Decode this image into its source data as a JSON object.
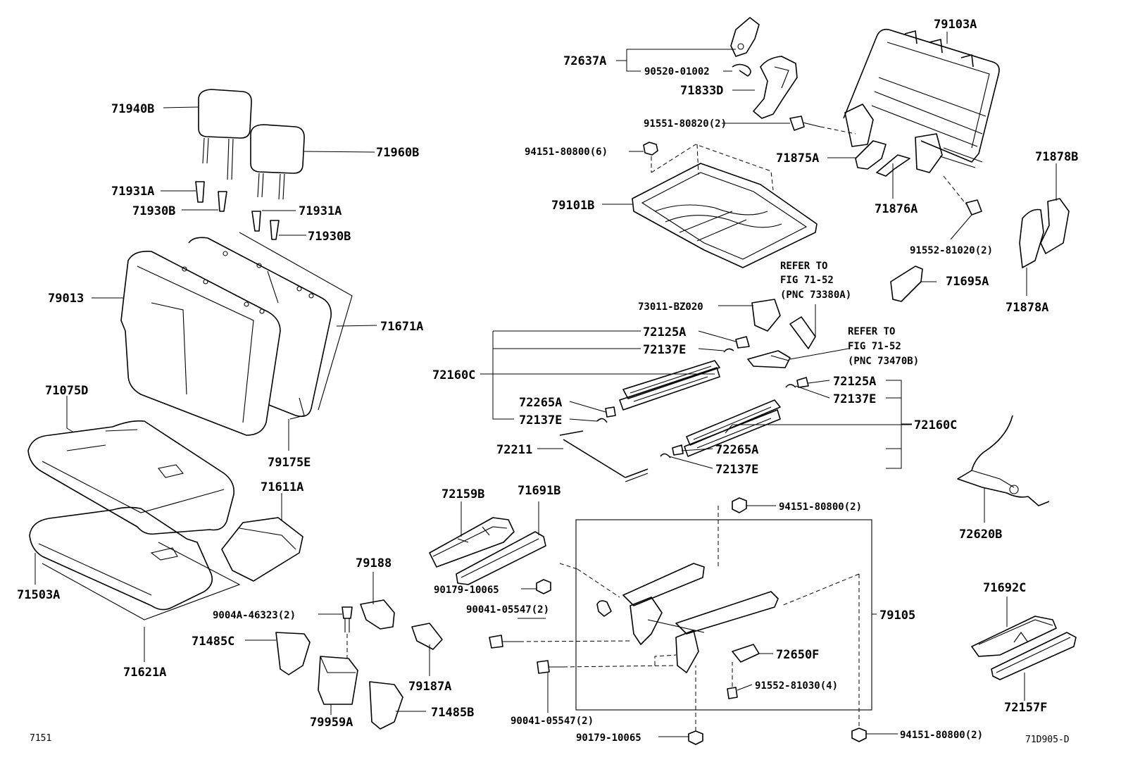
{
  "labels": {
    "l71940B": "71940B",
    "l71960B": "71960B",
    "l71931A_1": "71931A",
    "l71930B_1": "71930B",
    "l71931A_2": "71931A",
    "l71930B_2": "71930B",
    "l79013": "79013",
    "l71671A": "71671A",
    "l71075D": "71075D",
    "l79175E": "79175E",
    "l71611A": "71611A",
    "l71503A": "71503A",
    "l71621A": "71621A",
    "l9004A": "9004A-46323(2)",
    "l71485C": "71485C",
    "l79188": "79188",
    "l79187A": "79187A",
    "l79959A": "79959A",
    "l71485B": "71485B",
    "l72159B": "72159B",
    "l71691B": "71691B",
    "l72637A": "72637A",
    "l90520": "90520-01002",
    "l71833D": "71833D",
    "l91551": "91551-80820(2)",
    "l94151_6": "94151-80800(6)",
    "l79101B": "79101B",
    "l79103A": "79103A",
    "l71875A": "71875A",
    "l71876A": "71876A",
    "l91552_1020": "91552-81020(2)",
    "l71878B": "71878B",
    "l71878A": "71878A",
    "l71695A": "71695A",
    "lRefer1a": "REFER TO",
    "lRefer1b": "FIG 71-52",
    "lRefer1c": "(PNC 73380A)",
    "lRefer2a": "REFER TO",
    "lRefer2b": "FIG 71-52",
    "lRefer2c": "(PNC 73470B)",
    "l73011": "73011-BZ020",
    "l72125A_1": "72125A",
    "l72137E_1": "72137E",
    "l72160C_1": "72160C",
    "l72265A_1": "72265A",
    "l72137E_2": "72137E",
    "l72125A_2": "72125A",
    "l72137E_3": "72137E",
    "l72160C_2": "72160C",
    "l72265A_2": "72265A",
    "l72137E_4": "72137E",
    "l72211": "72211",
    "l94151_2a": "94151-80800(2)",
    "l90179_1": "90179-10065",
    "l90041_1": "90041-05547(2)",
    "l79105": "79105",
    "l72650F": "72650F",
    "l91552_1030": "91552-81030(4)",
    "l90041_2": "90041-05547(2)",
    "l90179_2": "90179-10065",
    "l94151_2b": "94151-80800(2)",
    "l72620B": "72620B",
    "l71692C": "71692C",
    "l72157F": "72157F",
    "l7151": "7151",
    "l71D905": "71D905-D"
  }
}
